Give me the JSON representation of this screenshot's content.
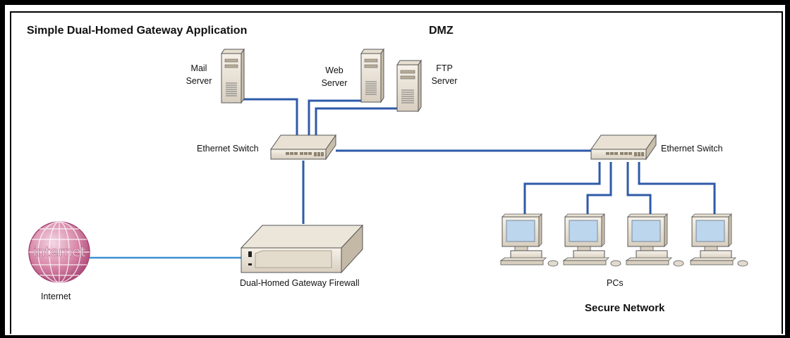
{
  "title": "Simple Dual-Homed Gateway Application",
  "dmz_label": "DMZ",
  "secure_network_label": "Secure Network",
  "servers": {
    "mail": [
      "Mail",
      "Server"
    ],
    "web": [
      "Web",
      "Server"
    ],
    "ftp": [
      "FTP",
      "Server"
    ]
  },
  "switch_dmz_label": "Ethernet Switch",
  "switch_secure_label": "Ethernet Switch",
  "firewall_label": "Dual-Homed Gateway Firewall",
  "internet_globe_text": "internet",
  "internet_label": "Internet",
  "pcs_label": "PCs",
  "colors": {
    "link_blue": "#2f5aa8",
    "internet_link": "#3d8fcf",
    "globe": "#c25b8a",
    "monitor_screen": "#bcd6ee"
  }
}
